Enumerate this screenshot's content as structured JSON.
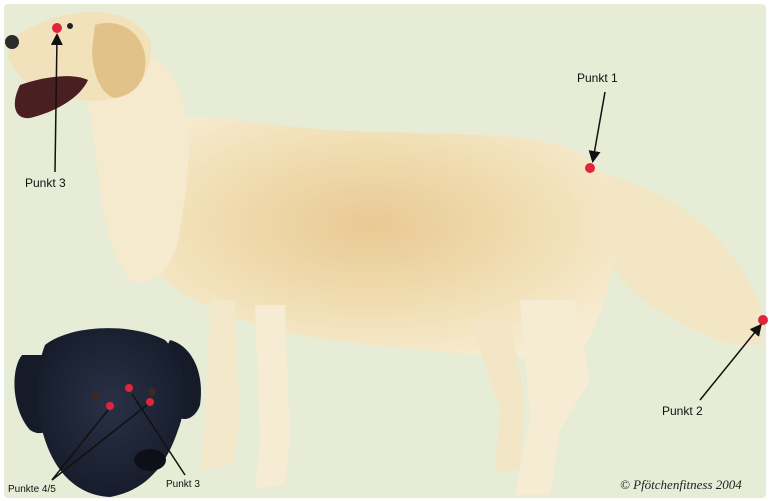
{
  "labels": {
    "punkt1": "Punkt 1",
    "punkt2": "Punkt 2",
    "punkt3_body": "Punkt 3",
    "punkt3_head": "Punkt 3",
    "punkte45": "Punkte 4/5"
  },
  "copyright": "© Pfötchenfitness 2004",
  "colors": {
    "background": "#e6ecd6",
    "golden_fur": "#efdcae",
    "golden_shadow": "#d9b97d",
    "black_dog": "#1c2232",
    "point_marker": "#e0263a"
  }
}
